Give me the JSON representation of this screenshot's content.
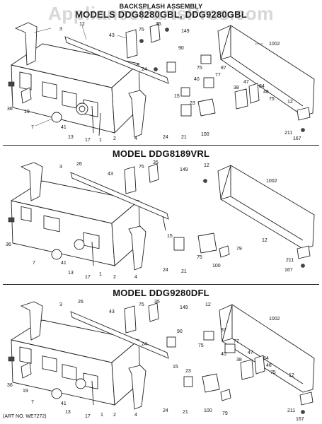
{
  "header": {
    "assembly_title": "BACKSPLASH ASSEMBLY",
    "section1_title": "MODELS DDG8280GBL, DDG9280GBL",
    "section2_title": "MODEL DDG8189VRL",
    "section3_title": "MODEL DDG9280DFL"
  },
  "watermark": "AppliancePartsPros.com",
  "art_number": "(ART NO. WE7272)",
  "sections": [
    {
      "labels": [
        {
          "key": "l3",
          "t": "3"
        },
        {
          "key": "l12t",
          "t": "12"
        },
        {
          "key": "l43",
          "t": "43"
        },
        {
          "key": "l75a",
          "t": "75"
        },
        {
          "key": "l35",
          "t": "35"
        },
        {
          "key": "l149",
          "t": "149"
        },
        {
          "key": "l1002",
          "t": "1002"
        },
        {
          "key": "l90",
          "t": "90"
        },
        {
          "key": "l24a",
          "t": "24"
        },
        {
          "key": "l75b",
          "t": "75"
        },
        {
          "key": "l87",
          "t": "87"
        },
        {
          "key": "l77",
          "t": "77"
        },
        {
          "key": "l40",
          "t": "40"
        },
        {
          "key": "l38",
          "t": "38"
        },
        {
          "key": "l47",
          "t": "47"
        },
        {
          "key": "l84",
          "t": "84"
        },
        {
          "key": "l46",
          "t": "46"
        },
        {
          "key": "l75c",
          "t": "75"
        },
        {
          "key": "l12r",
          "t": "12"
        },
        {
          "key": "l36",
          "t": "36"
        },
        {
          "key": "l19",
          "t": "19"
        },
        {
          "key": "l7",
          "t": "7"
        },
        {
          "key": "l41",
          "t": "41"
        },
        {
          "key": "l13",
          "t": "13"
        },
        {
          "key": "l17",
          "t": "17"
        },
        {
          "key": "l1",
          "t": "1"
        },
        {
          "key": "l2",
          "t": "2"
        },
        {
          "key": "l4",
          "t": "4"
        },
        {
          "key": "l15",
          "t": "15"
        },
        {
          "key": "l23",
          "t": "23"
        },
        {
          "key": "l24b",
          "t": "24"
        },
        {
          "key": "l21",
          "t": "21"
        },
        {
          "key": "l100",
          "t": "100"
        },
        {
          "key": "l211",
          "t": "211"
        },
        {
          "key": "l167",
          "t": "167"
        }
      ]
    },
    {
      "labels": [
        {
          "key": "l3",
          "t": "3"
        },
        {
          "key": "l26",
          "t": "26"
        },
        {
          "key": "l43",
          "t": "43"
        },
        {
          "key": "l75a",
          "t": "75"
        },
        {
          "key": "l35",
          "t": "35"
        },
        {
          "key": "l149",
          "t": "149"
        },
        {
          "key": "l12t",
          "t": "12"
        },
        {
          "key": "l1002",
          "t": "1002"
        },
        {
          "key": "l15",
          "t": "15"
        },
        {
          "key": "l12r",
          "t": "12"
        },
        {
          "key": "l36",
          "t": "36"
        },
        {
          "key": "l7",
          "t": "7"
        },
        {
          "key": "l41",
          "t": "41"
        },
        {
          "key": "l13",
          "t": "13"
        },
        {
          "key": "l17",
          "t": "17"
        },
        {
          "key": "l1",
          "t": "1"
        },
        {
          "key": "l2",
          "t": "2"
        },
        {
          "key": "l4",
          "t": "4"
        },
        {
          "key": "l24",
          "t": "24"
        },
        {
          "key": "l21",
          "t": "21"
        },
        {
          "key": "l75b",
          "t": "75"
        },
        {
          "key": "l100",
          "t": "100"
        },
        {
          "key": "l79",
          "t": "79"
        },
        {
          "key": "l211",
          "t": "211"
        },
        {
          "key": "l167",
          "t": "167"
        }
      ]
    },
    {
      "labels": [
        {
          "key": "l3",
          "t": "3"
        },
        {
          "key": "l26",
          "t": "26"
        },
        {
          "key": "l43",
          "t": "43"
        },
        {
          "key": "l75a",
          "t": "75"
        },
        {
          "key": "l35",
          "t": "35"
        },
        {
          "key": "l149",
          "t": "149"
        },
        {
          "key": "l12t",
          "t": "12"
        },
        {
          "key": "l1002",
          "t": "1002"
        },
        {
          "key": "l24a",
          "t": "24"
        },
        {
          "key": "l90",
          "t": "90"
        },
        {
          "key": "l75b",
          "t": "75"
        },
        {
          "key": "l87",
          "t": "87"
        },
        {
          "key": "l77",
          "t": "77"
        },
        {
          "key": "l40",
          "t": "40"
        },
        {
          "key": "l38",
          "t": "38"
        },
        {
          "key": "l47",
          "t": "47"
        },
        {
          "key": "l84",
          "t": "84"
        },
        {
          "key": "l46",
          "t": "46"
        },
        {
          "key": "l75c",
          "t": "75"
        },
        {
          "key": "l12r",
          "t": "12"
        },
        {
          "key": "l36",
          "t": "36"
        },
        {
          "key": "l19",
          "t": "19"
        },
        {
          "key": "l7",
          "t": "7"
        },
        {
          "key": "l41",
          "t": "41"
        },
        {
          "key": "l13",
          "t": "13"
        },
        {
          "key": "l17",
          "t": "17"
        },
        {
          "key": "l1",
          "t": "1"
        },
        {
          "key": "l2",
          "t": "2"
        },
        {
          "key": "l4",
          "t": "4"
        },
        {
          "key": "l15",
          "t": "15"
        },
        {
          "key": "l23",
          "t": "23"
        },
        {
          "key": "l24b",
          "t": "24"
        },
        {
          "key": "l21",
          "t": "21"
        },
        {
          "key": "l100",
          "t": "100"
        },
        {
          "key": "l79",
          "t": "79"
        },
        {
          "key": "l211",
          "t": "211"
        },
        {
          "key": "l167",
          "t": "167"
        }
      ]
    }
  ]
}
